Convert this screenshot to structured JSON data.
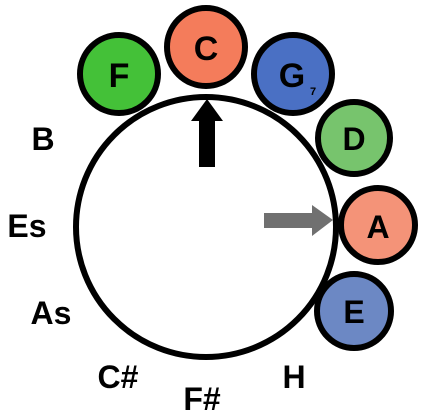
{
  "colors": {
    "background": "#ffffff",
    "outline": "#000000",
    "green": "#44c138",
    "light_green": "#77c46d",
    "orange": "#f47c5b",
    "light_orange": "#f49378",
    "blue": "#4a70c4",
    "steel_blue": "#6c88c4",
    "gray_arrow": "#707070"
  },
  "circle_labels": {
    "f": "F",
    "c": "C",
    "g": "G",
    "g_sub": "7",
    "d": "D",
    "a": "A",
    "e": "E"
  },
  "outer_labels": {
    "b": "B",
    "es": "Es",
    "as": "As",
    "csharp": "C#",
    "fsharp": "F#",
    "h": "H"
  }
}
